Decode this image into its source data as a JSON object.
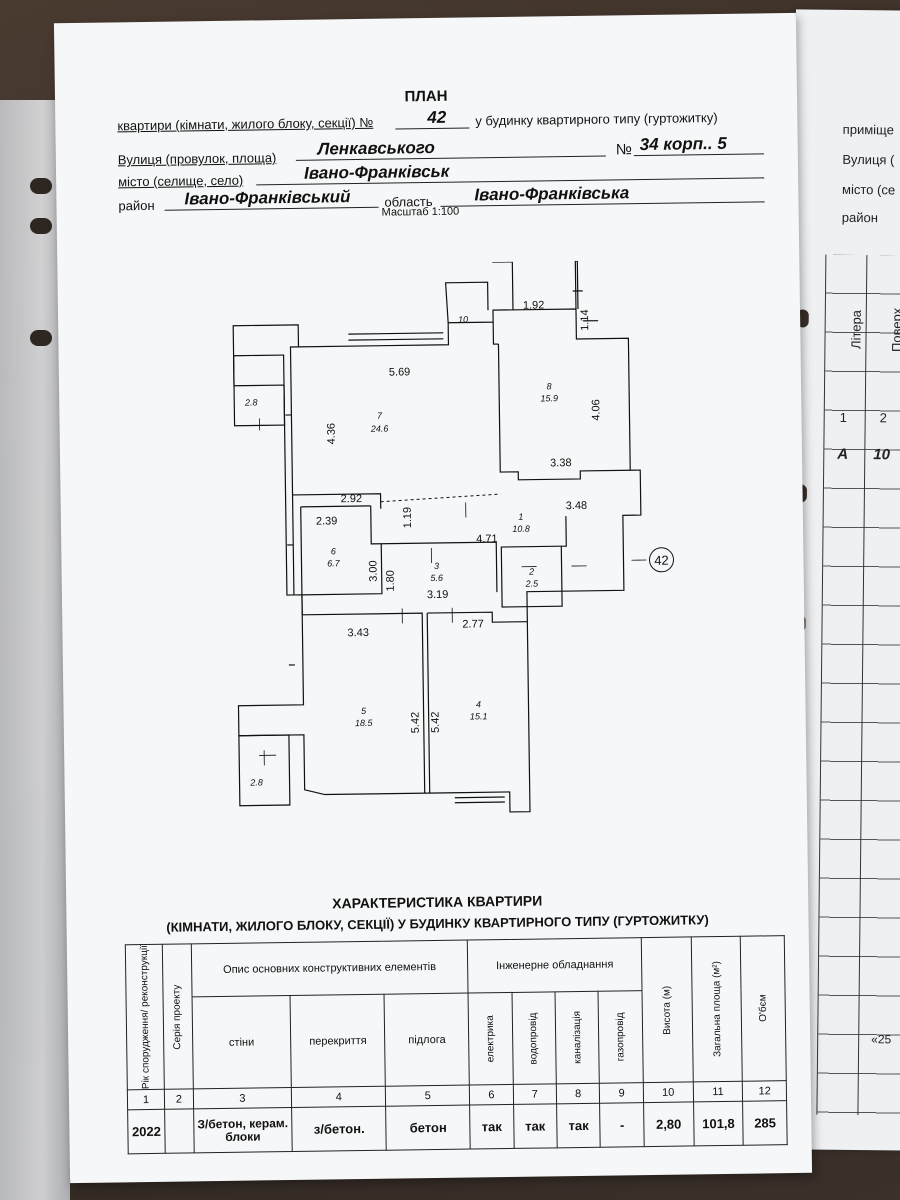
{
  "header": {
    "title": "ПЛАН",
    "line1_prefix": "квартири (кімнати, жилого блоку, секції) №",
    "apt_number": "42",
    "line1_suffix": "у будинку квартирного типу (гуртожитку)",
    "street_label": "Вулиця (провулок, площа)",
    "street_value": "Ленкавського",
    "house_no_label": "№",
    "house_value": "34 корп.. 5",
    "city_label": "місто (селище, село)",
    "city_value": "Івано-Франківськ",
    "district_label": "район",
    "district_value": "Івано-Франківський",
    "region_label": "область",
    "region_value": "Івано-Франківська",
    "scale": "Масштаб 1:100"
  },
  "plan": {
    "dimensions": {
      "d1_92": "1.92",
      "d1_14": "1.14",
      "d5_69": "5.69",
      "d4_36": "4.36",
      "d4_06": "4.06",
      "d3_38": "3.38",
      "d2_92": "2.92",
      "d3_48": "3.48",
      "d2_39": "2.39",
      "d1_19": "1.19",
      "d4_71": "4.71",
      "d3_00": "3.00",
      "d1_80": "1.80",
      "d3_19": "3.19",
      "d3_43": "3.43",
      "d2_77": "2.77",
      "d5_42a": "5.42",
      "d5_42b": "5.42"
    },
    "rooms": [
      {
        "no": "10",
        "area": ""
      },
      {
        "no": "8",
        "area": "15.9"
      },
      {
        "no": "7",
        "area": "24.6"
      },
      {
        "no": "1",
        "area": "10.8"
      },
      {
        "no": "6",
        "area": "6.7"
      },
      {
        "no": "3",
        "area": "5.6"
      },
      {
        "no": "2",
        "area": "2.5"
      },
      {
        "no": "5",
        "area": "18.5"
      },
      {
        "no": "4",
        "area": "15.1"
      }
    ],
    "balcony_top": "2.8",
    "balcony_bottom": "2.8",
    "apt_circle": "42"
  },
  "characteristics": {
    "title_line1": "ХАРАКТЕРИСТИКА КВАРТИРИ",
    "title_line2": "(КІМНАТИ, ЖИЛОГО БЛОКУ, СЕКЦІЇ) У БУДИНКУ КВАРТИРНОГО ТИПУ (ГУРТОЖИТКУ)",
    "headers": {
      "year": "Рік спорудження/ реконструкції",
      "series": "Серія проекту",
      "structure_group": "Опис основних конструктивних елементів",
      "walls": "стіни",
      "ceilings": "перекриття",
      "floor": "підлога",
      "engineering_group": "Інженерне обладнання",
      "electric": "електрика",
      "water": "водопровід",
      "sewer": "каналізація",
      "gas": "газопровід",
      "height": "Висота (м)",
      "area": "Загальна площа (м²)",
      "volume": "О'бєм"
    },
    "column_numbers": [
      "1",
      "2",
      "3",
      "4",
      "5",
      "6",
      "7",
      "8",
      "9",
      "10",
      "11",
      "12"
    ],
    "row": {
      "year": "2022",
      "series": "",
      "walls": "З/бетон, керам. блоки",
      "ceilings": "з/бетон.",
      "floor": "бетон",
      "electric": "так",
      "water": "так",
      "sewer": "так",
      "gas": "-",
      "height": "2,80",
      "area": "101,8",
      "volume": "285"
    }
  },
  "side_page": {
    "l1": "приміще",
    "l2": "Вулиця (",
    "l3": "місто (се",
    "l4": "район",
    "col1": "Літера",
    "col2": "Поверх",
    "n1": "1",
    "n2": "2",
    "v1": "А",
    "v2": "10",
    "bottom": "«25"
  }
}
